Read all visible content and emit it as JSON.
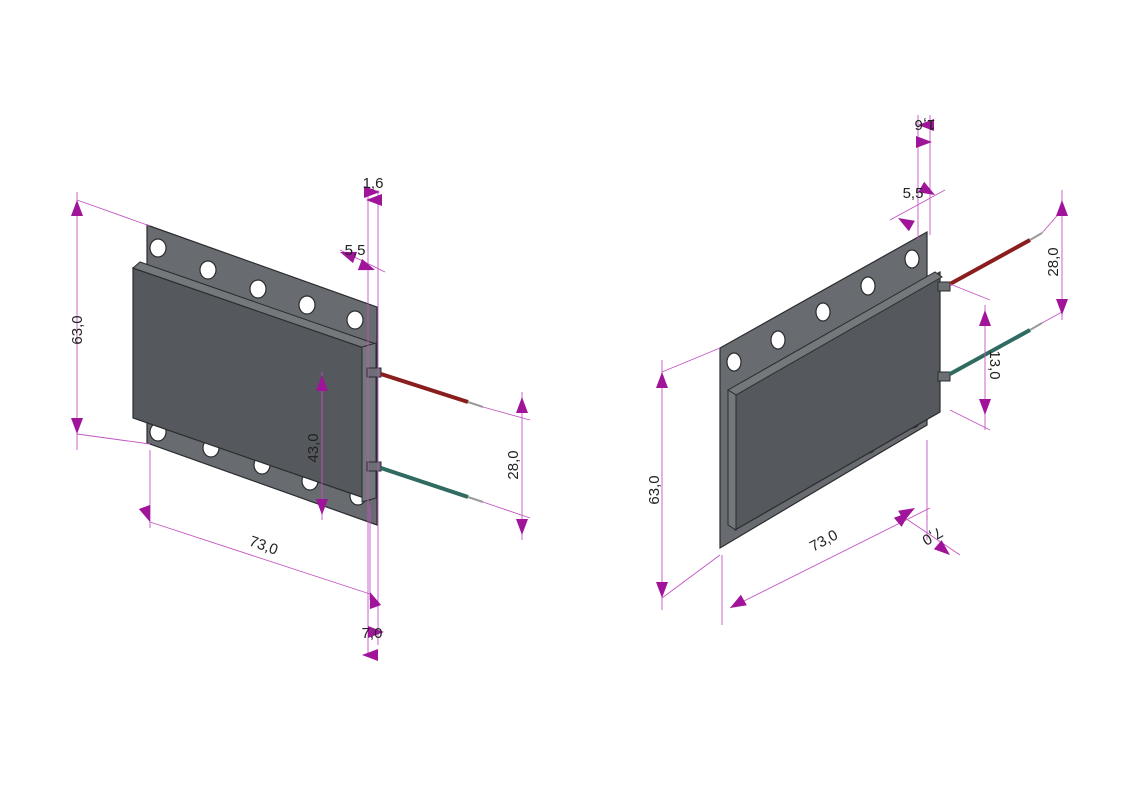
{
  "views": {
    "left": {
      "dimensions": {
        "height": "63,0",
        "length": "73,0",
        "thickness": "1,6",
        "lead_offset": "5,5",
        "lead_spacing": "28,0",
        "lead_height": "43,0",
        "bottom_depth": "7,0"
      }
    },
    "right": {
      "dimensions": {
        "height": "63,0",
        "length": "73,0",
        "thickness": "1,6",
        "lead_offset": "5,5",
        "lead_spacing": "28,0",
        "lead_height": "13,0",
        "bottom_depth": "7,0"
      }
    }
  },
  "colors": {
    "dimension_line": "#c255c2",
    "arrowhead": "#a0149a",
    "plate": "#686b6f",
    "red_lead": "#8a1e1e",
    "green_lead": "#2f6b60"
  }
}
